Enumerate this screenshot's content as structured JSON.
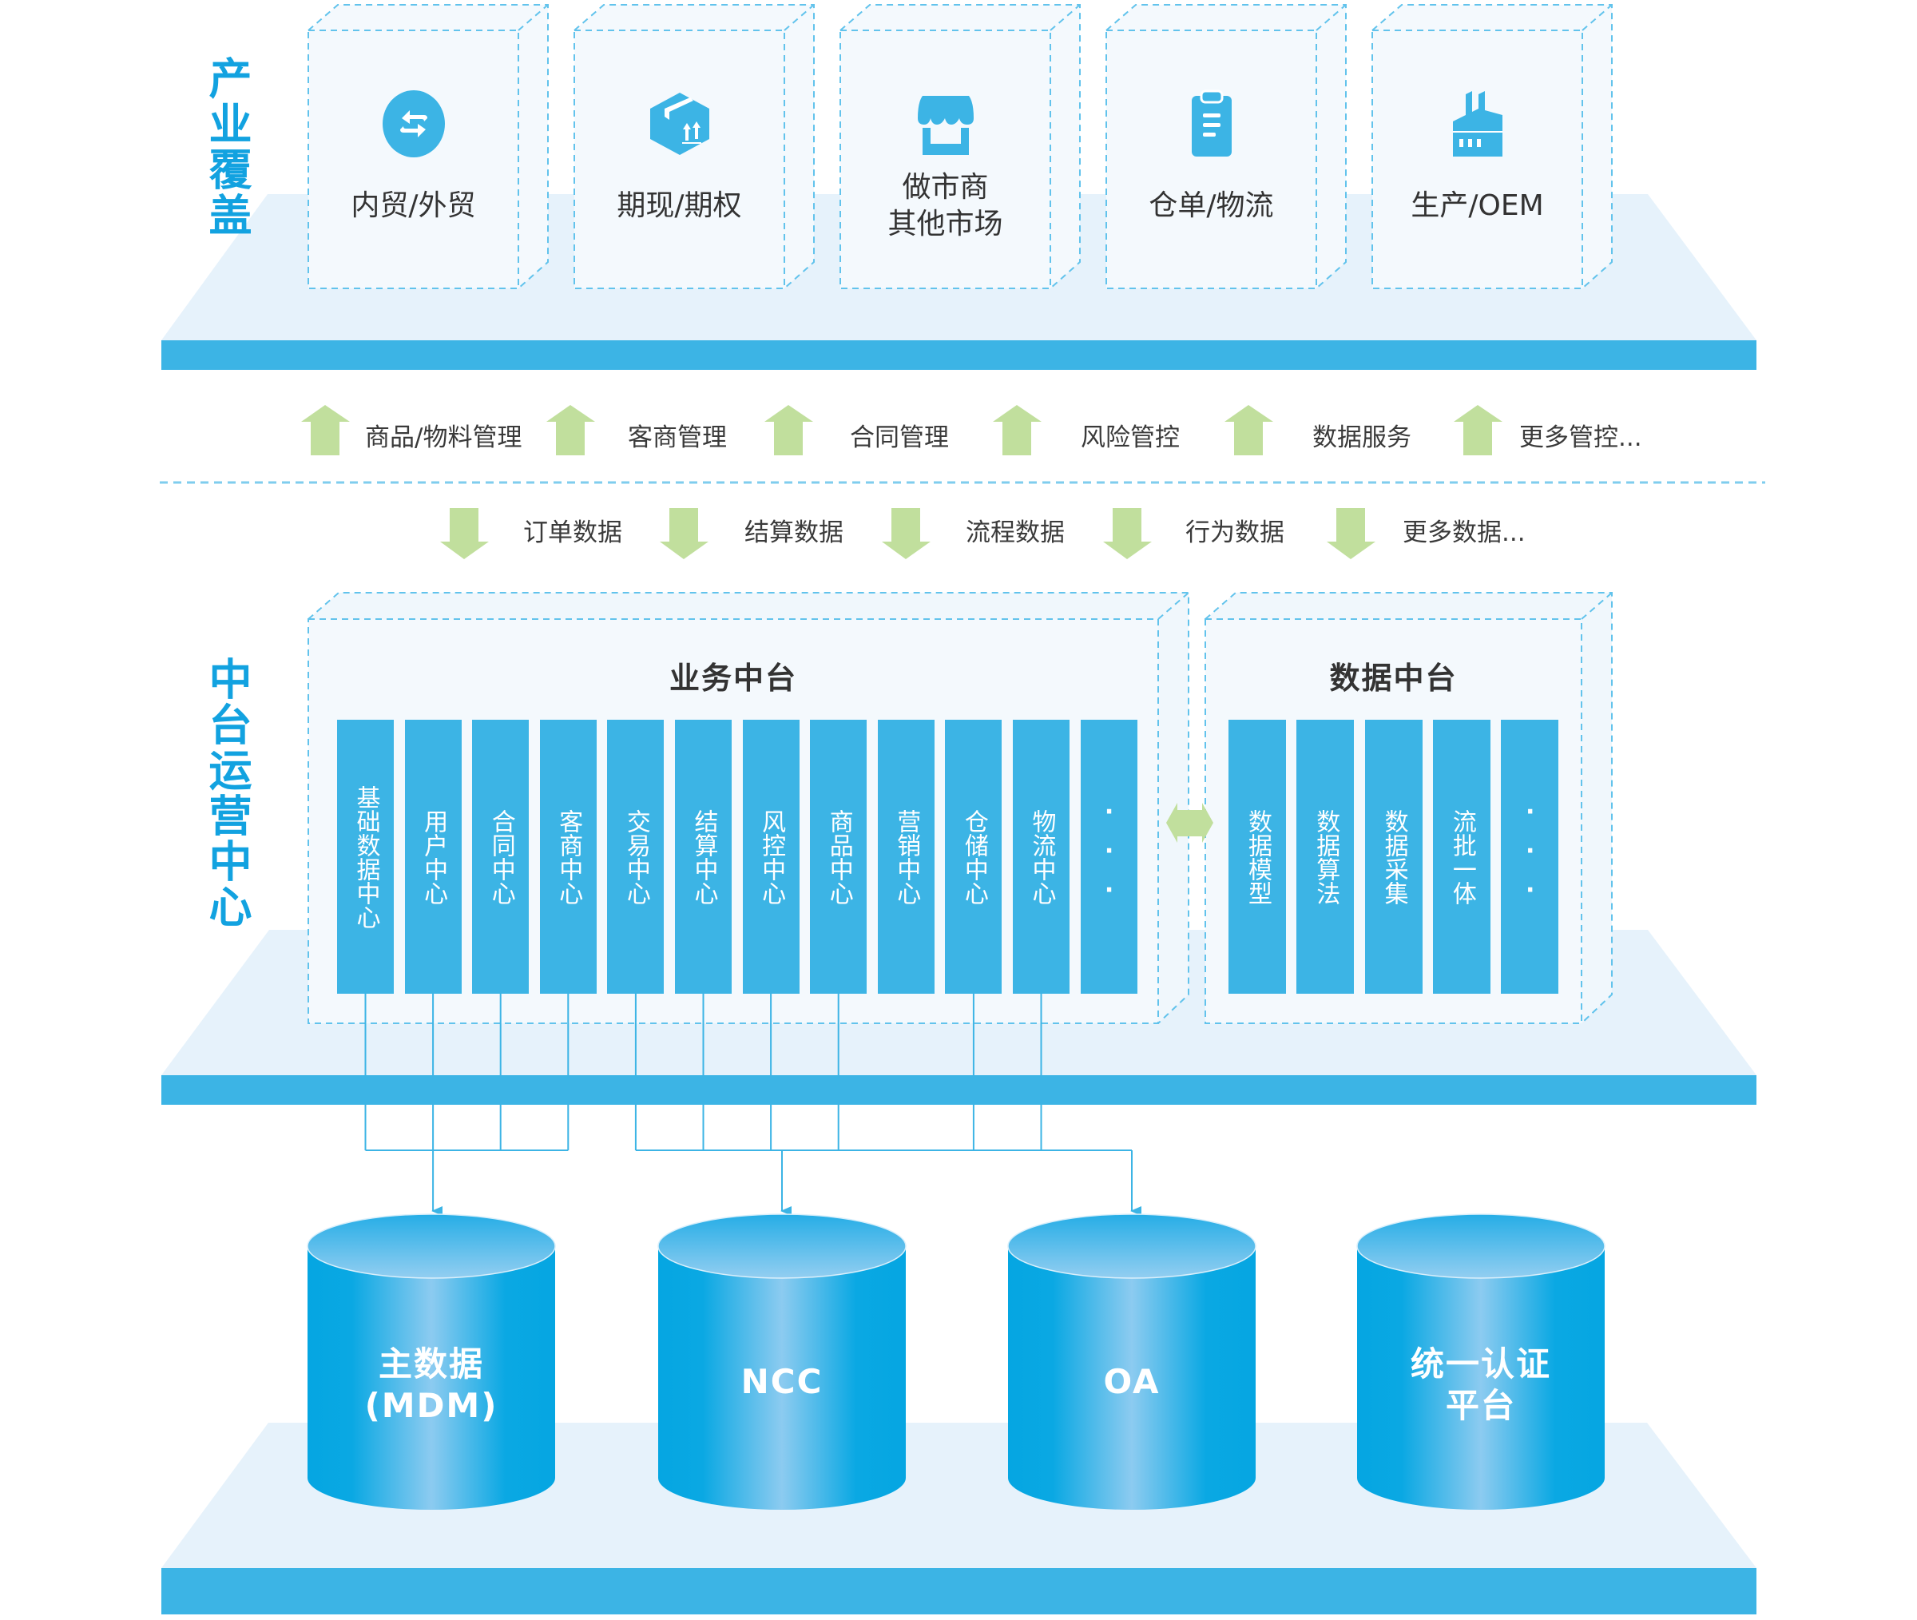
{
  "colors": {
    "brand_blue": "#3cb4e5",
    "title_blue": "#12a2e0",
    "platform_fill": "#e6f2fb",
    "box_fill": "#f4f9fd",
    "arrow_green": "#c1df9d",
    "cylinder_dark": "#05a6e2",
    "cylinder_light": "#8ccbf0"
  },
  "industry": {
    "title": "产业覆盖",
    "boxes": [
      {
        "icon": "exchange-icon",
        "label": "内贸/外贸"
      },
      {
        "icon": "package-icon",
        "label": "期现/期权"
      },
      {
        "icon": "store-icon",
        "label": "做市商\n其他市场"
      },
      {
        "icon": "clipboard-icon",
        "label": "仓单/物流"
      },
      {
        "icon": "factory-icon",
        "label": "生产/OEM"
      }
    ]
  },
  "flows": {
    "up": [
      "商品/物料管理",
      "客商管理",
      "合同管理",
      "风险管控",
      "数据服务",
      "更多管控..."
    ],
    "down": [
      "订单数据",
      "结算数据",
      "流程数据",
      "行为数据",
      "更多数据..."
    ]
  },
  "middle": {
    "title": "中台运营中心",
    "business": {
      "title": "业务中台",
      "columns": [
        "基础数据中心",
        "用户中心",
        "合同中心",
        "客商中心",
        "交易中心",
        "结算中心",
        "风控中心",
        "商品中心",
        "营销中心",
        "仓储中心",
        "物流中心",
        "···"
      ]
    },
    "data": {
      "title": "数据中台",
      "columns": [
        "数据模型",
        "数据算法",
        "数据采集",
        "流批一体",
        "···"
      ]
    }
  },
  "systems": [
    {
      "label": "主数据\n(MDM)"
    },
    {
      "label": "NCC"
    },
    {
      "label": "OA"
    },
    {
      "label": "统一认证\n平台"
    }
  ],
  "connections": [
    {
      "from_columns": [
        "基础数据中心",
        "用户中心",
        "合同中心",
        "客商中心"
      ],
      "to": "主数据\n(MDM)"
    },
    {
      "from_columns": [
        "交易中心",
        "结算中心",
        "风控中心",
        "商品中心",
        "仓储中心",
        "物流中心"
      ],
      "to": [
        "NCC",
        "OA"
      ]
    }
  ]
}
